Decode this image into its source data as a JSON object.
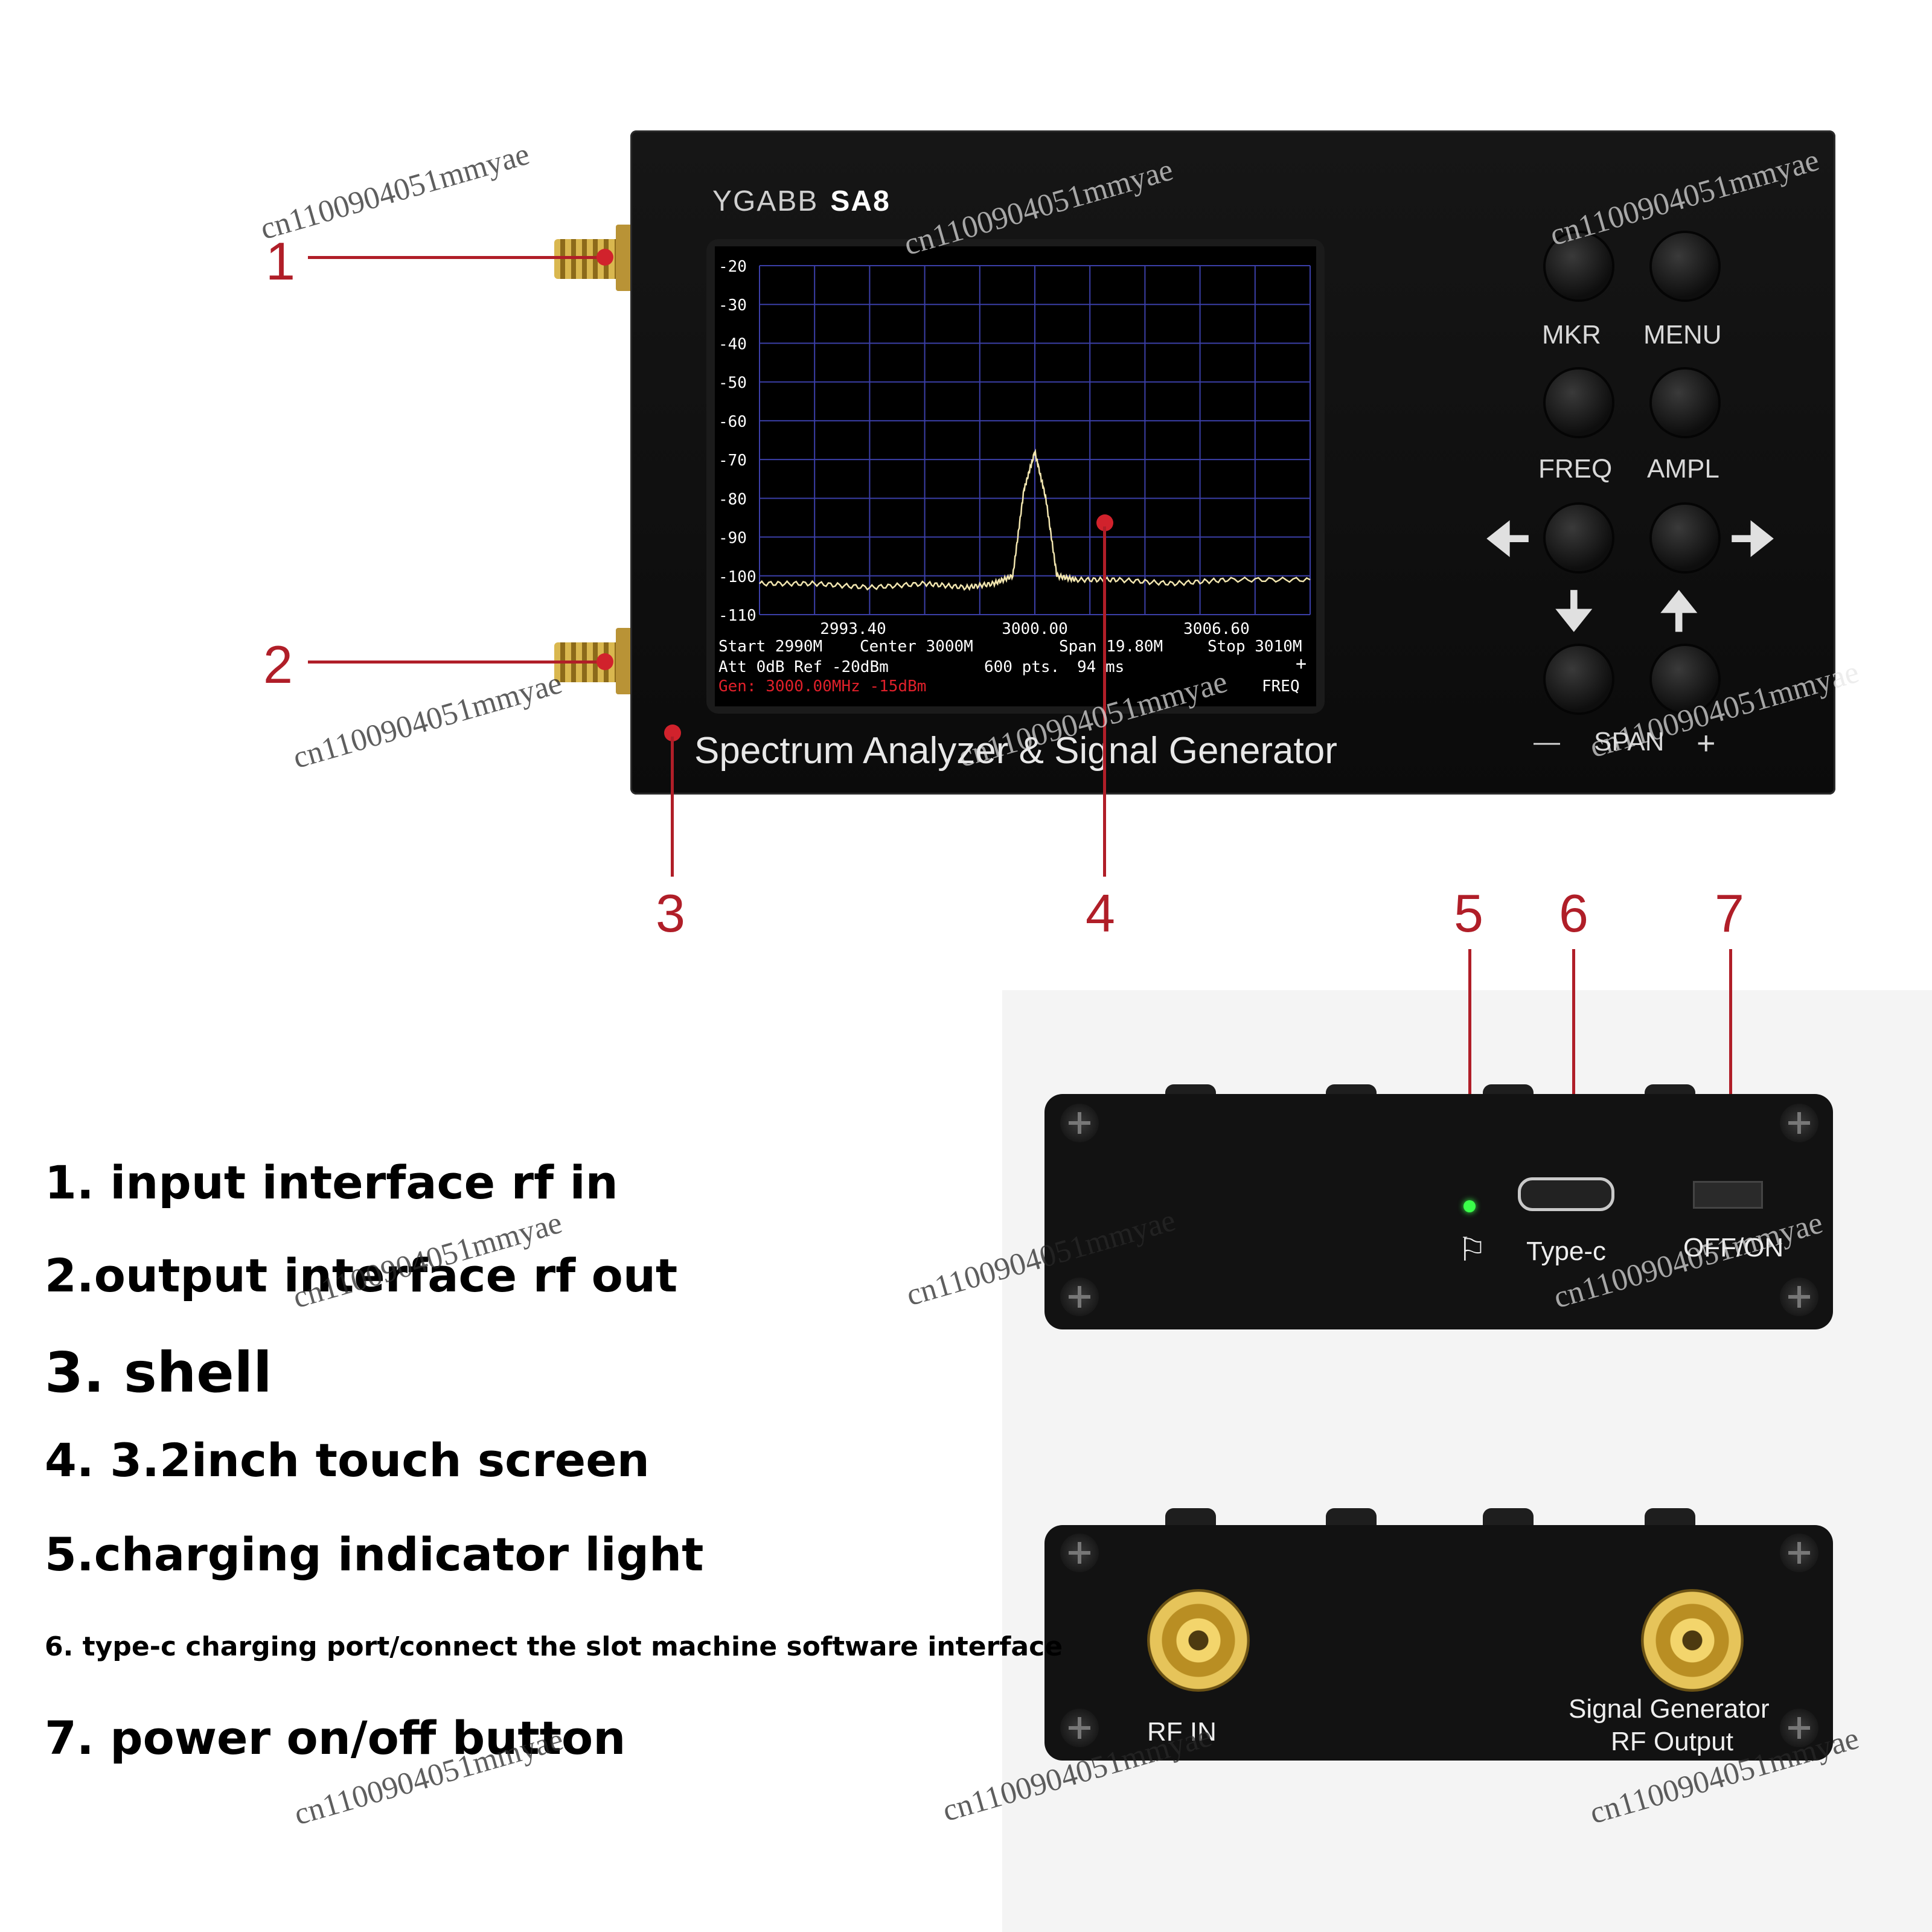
{
  "device": {
    "brand": "YGABB",
    "model": "SA8",
    "subtitle": "Spectrum Analyzer & Signal Generator"
  },
  "buttons": {
    "mkr": "MKR",
    "menu": "MENU",
    "freq": "FREQ",
    "ampl": "AMPL",
    "span": "SPAN",
    "minus": "—",
    "plus": "+"
  },
  "screen": {
    "y_ticks": [
      "-20",
      "-30",
      "-40",
      "-50",
      "-60",
      "-70",
      "-80",
      "-90",
      "-100",
      "-110"
    ],
    "x_ticks": [
      "2993.40",
      "3000.00",
      "3006.60"
    ],
    "start": "Start 2990M",
    "center": "Center 3000M",
    "span": "Span 19.80M",
    "stop": "Stop 3010M",
    "att_ref": "Att 0dB Ref -20dBm",
    "pts": "600 pts.",
    "ms": "94 ms",
    "gen": "Gen: 3000.00MHz -15dBm",
    "mode": "FREQ",
    "mode_sign": "+"
  },
  "callouts": [
    "1",
    "2",
    "3",
    "4",
    "5",
    "6",
    "7"
  ],
  "side_top": {
    "type_c": "Type-c",
    "switch": "OFF/ON"
  },
  "side_bottom": {
    "rf_in": "RF IN",
    "sig_gen_line1": "Signal Generator",
    "sig_gen_line2": "RF Output"
  },
  "descriptions": [
    "1. input interface rf in",
    "2.output interface rf out",
    "3. shell",
    "4. 3.2inch touch screen",
    "5.charging indicator light",
    "6. type-c charging port/connect the slot machine software interface",
    "7. power on/off button"
  ],
  "watermark": "cn1100904051mmyae",
  "chart_data": {
    "type": "line",
    "title": "",
    "xlabel": "",
    "ylabel": "",
    "xlim": [
      2990,
      3010
    ],
    "ylim": [
      -110,
      -20
    ],
    "x_ticks": [
      2993.4,
      3000.0,
      3006.6
    ],
    "y_ticks": [
      -20,
      -30,
      -40,
      -50,
      -60,
      -70,
      -80,
      -90,
      -100,
      -110
    ],
    "grid": true,
    "series": [
      {
        "x": [
          2990,
          2992,
          2994,
          2996,
          2997.5,
          2998.5,
          2999.2,
          2999.6,
          3000.0,
          3000.4,
          3000.8,
          3001.5,
          3003,
          3005,
          3007,
          3010
        ],
        "y": [
          -102,
          -102,
          -103,
          -102,
          -103,
          -102,
          -100,
          -78,
          -68,
          -80,
          -100,
          -101,
          -101,
          -102,
          -101,
          -101
        ]
      }
    ],
    "color": "#f2e6b0"
  }
}
